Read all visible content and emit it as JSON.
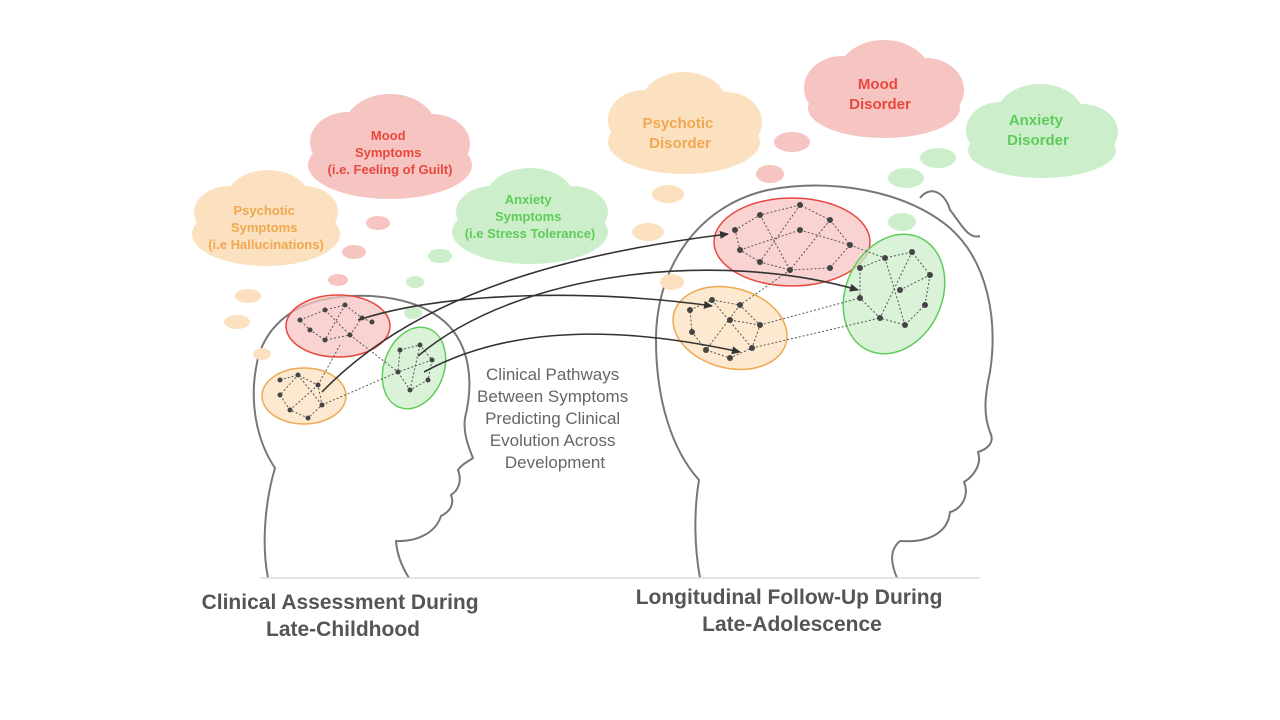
{
  "colors": {
    "mood": "#e8483f",
    "mood_fill": "#f6c4c1",
    "psychotic": "#f0a850",
    "psychotic_fill": "#fbe1c0",
    "anxiety": "#5fcc5a",
    "anxiety_fill": "#cdeecb",
    "outline": "#666666",
    "node": "#444444",
    "arrow": "#333333"
  },
  "child_clouds": {
    "psychotic": {
      "lines": [
        "Psychotic",
        "Symptoms",
        "(i.e Hallucinations)"
      ]
    },
    "mood": {
      "lines": [
        "Mood",
        "Symptoms",
        "(i.e. Feeling of Guilt)"
      ]
    },
    "anxiety": {
      "lines": [
        "Anxiety",
        "Symptoms",
        "(i.e Stress Tolerance)"
      ]
    }
  },
  "adolescent_clouds": {
    "psychotic": {
      "lines": [
        "Psychotic",
        "Disorder"
      ]
    },
    "mood": {
      "lines": [
        "Mood",
        "Disorder"
      ]
    },
    "anxiety": {
      "lines": [
        "Anxiety",
        "Disorder"
      ]
    }
  },
  "middle_label": {
    "lines": [
      "Clinical Pathways",
      "Between Symptoms",
      "Predicting Clinical",
      "Evolution Across",
      "Development"
    ]
  },
  "captions": {
    "left": [
      "Clinical Assessment During",
      "Late-Childhood"
    ],
    "right": [
      "Longitudinal Follow-Up During",
      "Late-Adolescence"
    ]
  }
}
